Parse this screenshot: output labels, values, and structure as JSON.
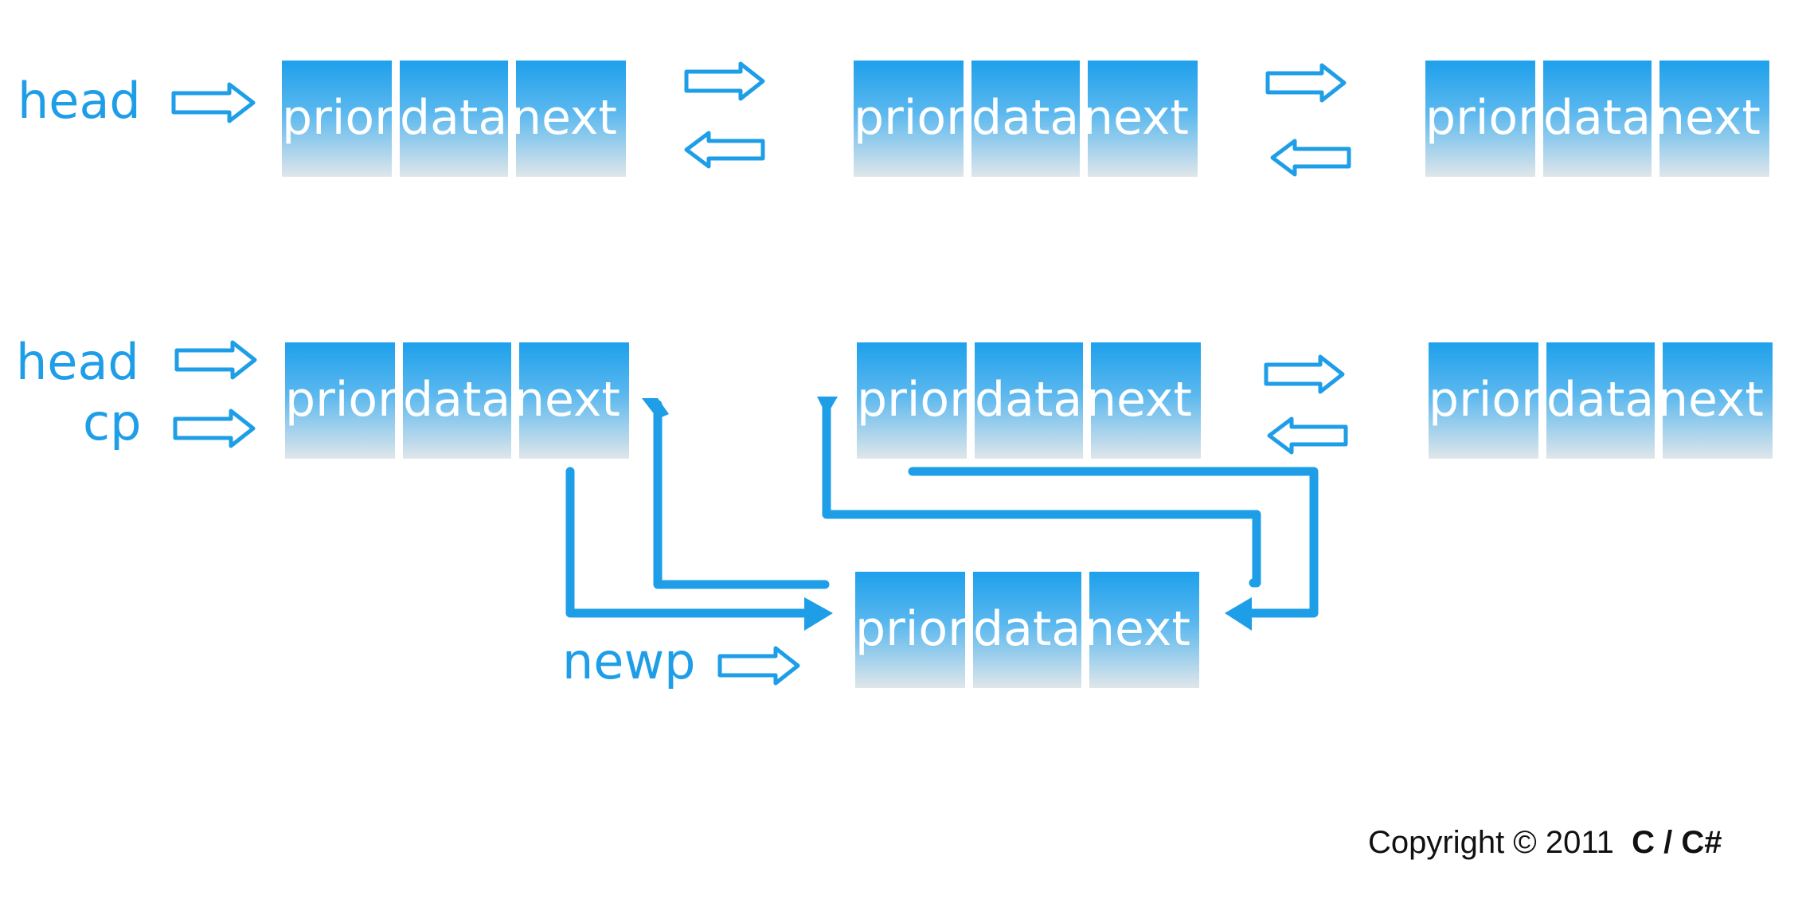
{
  "labels": {
    "head_top": "head",
    "head_mid": "head",
    "cp": "cp",
    "newp": "newp"
  },
  "node_fields": {
    "prior": "prior",
    "data": "data",
    "next": "next"
  },
  "copyright": {
    "text": "Copyright © 2011",
    "brand": "C / C#"
  },
  "colors": {
    "accent": "#1f9ee8",
    "node_top": "#1ea0ec",
    "node_bottom": "#dfe6ea"
  }
}
